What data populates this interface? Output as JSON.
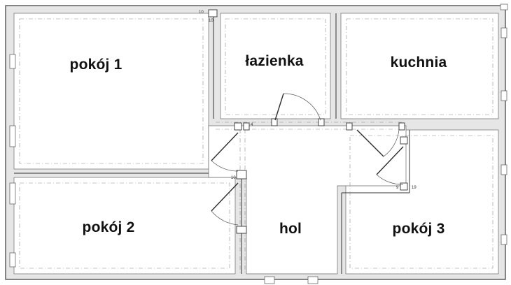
{
  "rooms": {
    "pokoj1": "pokój 1",
    "lazienka": "łazienka",
    "kuchnia": "kuchnia",
    "pokoj2": "pokój 2",
    "hol": "hol",
    "pokoj3": "pokój 3"
  },
  "dimensions": {
    "d1": "10",
    "d2": "10",
    "d3": "4",
    "d4": "10",
    "d5": "9",
    "d6": "19"
  },
  "colors": {
    "wall_fill": "#e6e6e6",
    "wall_stroke": "#3a3a3a",
    "background": "#ffffff",
    "text": "#111111"
  }
}
